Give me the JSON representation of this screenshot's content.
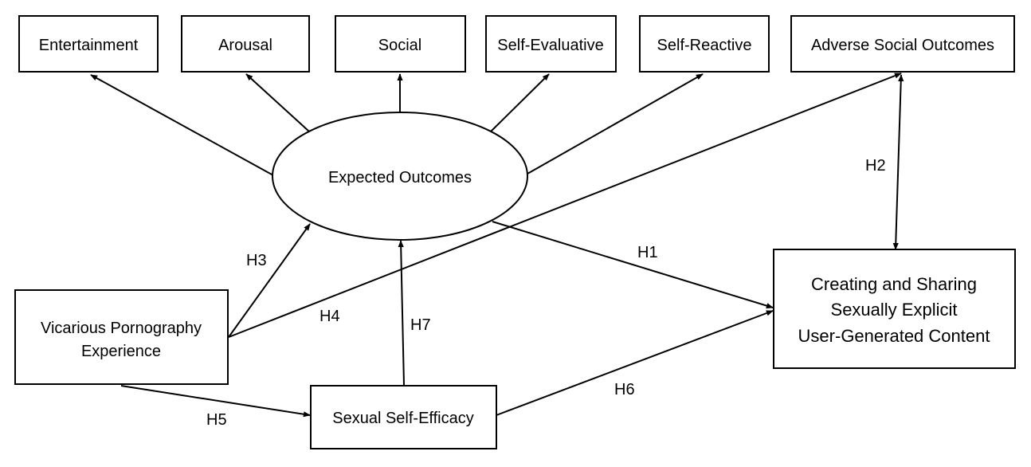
{
  "nodes": {
    "entertainment": {
      "label": [
        "Entertainment"
      ]
    },
    "arousal": {
      "label": [
        "Arousal"
      ]
    },
    "social": {
      "label": [
        "Social"
      ]
    },
    "self_evaluative": {
      "label": [
        "Self-Evaluative"
      ]
    },
    "self_reactive": {
      "label": [
        "Self-Reactive"
      ]
    },
    "adverse_social_outcomes": {
      "label": [
        "Adverse Social Outcomes"
      ]
    },
    "expected_outcomes": {
      "label": [
        "Expected Outcomes"
      ]
    },
    "vicarious_pornography_experience": {
      "label": [
        "Vicarious Pornography",
        "Experience"
      ]
    },
    "sexual_self_efficacy": {
      "label": [
        "Sexual Self-Efficacy"
      ]
    },
    "creating_sharing": {
      "label": [
        "Creating and Sharing",
        "Sexually Explicit",
        "User-Generated Content"
      ]
    }
  },
  "edges": [
    {
      "from": "expected_outcomes",
      "to": "entertainment",
      "label": ""
    },
    {
      "from": "expected_outcomes",
      "to": "arousal",
      "label": ""
    },
    {
      "from": "expected_outcomes",
      "to": "social",
      "label": ""
    },
    {
      "from": "expected_outcomes",
      "to": "self_evaluative",
      "label": ""
    },
    {
      "from": "expected_outcomes",
      "to": "self_reactive",
      "label": ""
    },
    {
      "from": "expected_outcomes",
      "to": "creating_sharing",
      "label": "H1"
    },
    {
      "from": "adverse_social_outcomes",
      "to": "creating_sharing",
      "label": "H2"
    },
    {
      "from": "vicarious_pornography_experience",
      "to": "expected_outcomes",
      "label": "H3"
    },
    {
      "from": "vicarious_pornography_experience",
      "to": "adverse_social_outcomes",
      "label": "H4"
    },
    {
      "from": "vicarious_pornography_experience",
      "to": "sexual_self_efficacy",
      "label": "H5"
    },
    {
      "from": "sexual_self_efficacy",
      "to": "creating_sharing",
      "label": "H6"
    },
    {
      "from": "sexual_self_efficacy",
      "to": "expected_outcomes",
      "label": "H7"
    }
  ]
}
